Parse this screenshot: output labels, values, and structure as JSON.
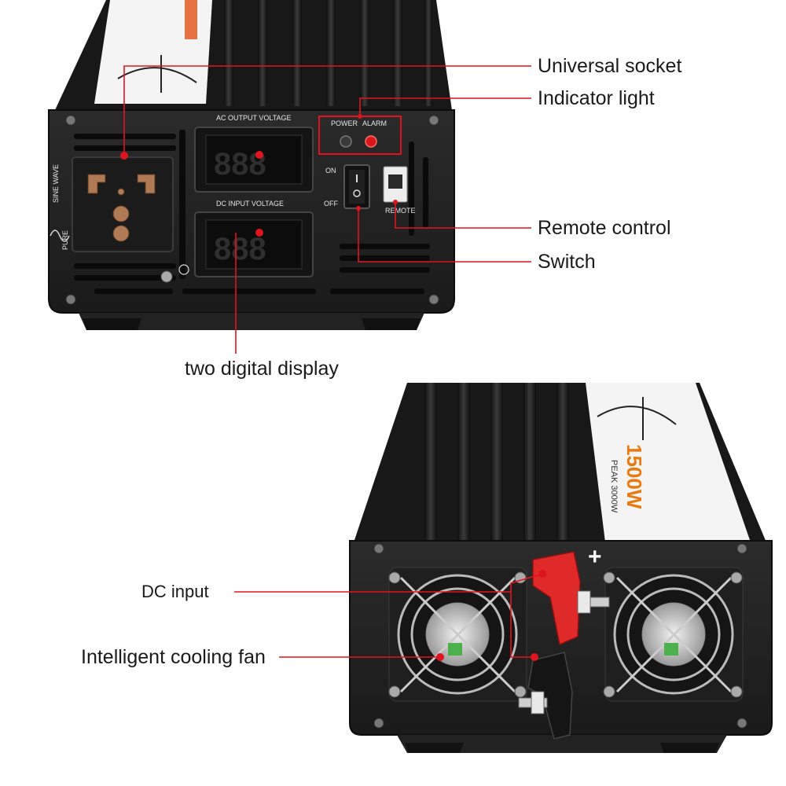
{
  "callouts": {
    "universal_socket": "Universal socket",
    "indicator_light": "Indicator light",
    "remote_control": "Remote control",
    "switch": "Switch",
    "two_digital_display": "two digital display",
    "dc_input": "DC input",
    "intelligent_cooling_fan": "Intelligent cooling fan"
  },
  "front_panel": {
    "ac_output_voltage": "AC OUTPUT VOLTAGE",
    "dc_input_voltage": "DC INPUT VOLTAGE",
    "power": "POWER",
    "alarm": "ALARM",
    "on": "ON",
    "off": "OFF",
    "remote": "REMOTE",
    "pure": "PURE",
    "sine_wave": "SINE WAVE"
  },
  "back_label": {
    "rating": "1500W",
    "peak": "PEAK 3000W"
  },
  "colors": {
    "leader": "#e0141e",
    "body": "#1d1d1d",
    "panel": "#242424",
    "terminal_pos": "#e02a2a",
    "terminal_neg": "#151515"
  }
}
